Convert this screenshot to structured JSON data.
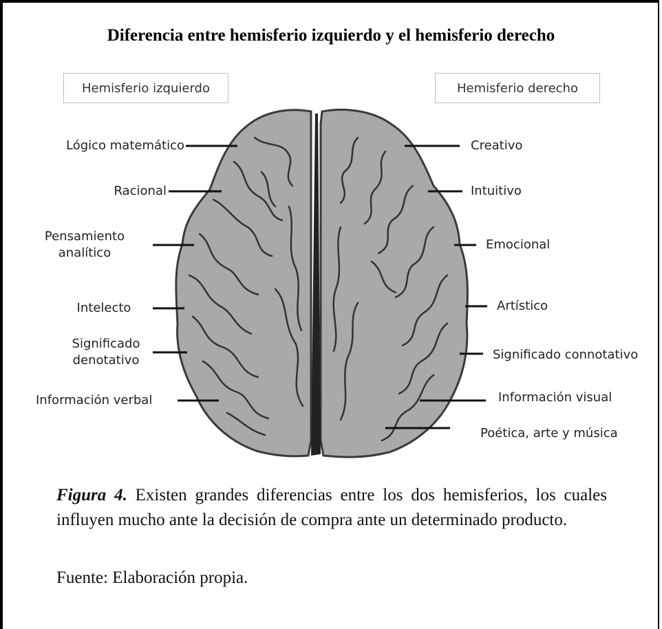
{
  "title": "Diferencia entre hemisferio izquierdo y el hemisferio derecho",
  "left_header": "Hemisferio izquierdo",
  "right_header": "Hemisferio derecho",
  "left_labels": {
    "l1": "Lógico matemático",
    "l2": "Racional",
    "l3a": "Pensamiento",
    "l3b": "analítico",
    "l4": "Intelecto",
    "l5a": "Significado",
    "l5b": "denotativo",
    "l6": "Información verbal"
  },
  "right_labels": {
    "r1": "Creativo",
    "r2": "Intuitivo",
    "r3": "Emocional",
    "r4": "Artístico",
    "r5": "Significado connotativo",
    "r6": "Información visual",
    "r7": "Poética, arte y música"
  },
  "caption": {
    "figure": "Figura 4.",
    "text": " Existen grandes diferencias entre los dos hemisferios, los cuales influyen mucho ante la decisión de compra ante un determinado producto."
  },
  "source": "Fuente: Elaboración propia.",
  "colors": {
    "brain_fill": "#a9a9a9",
    "brain_stroke": "#3a3a3a",
    "fissure": "#222222"
  }
}
